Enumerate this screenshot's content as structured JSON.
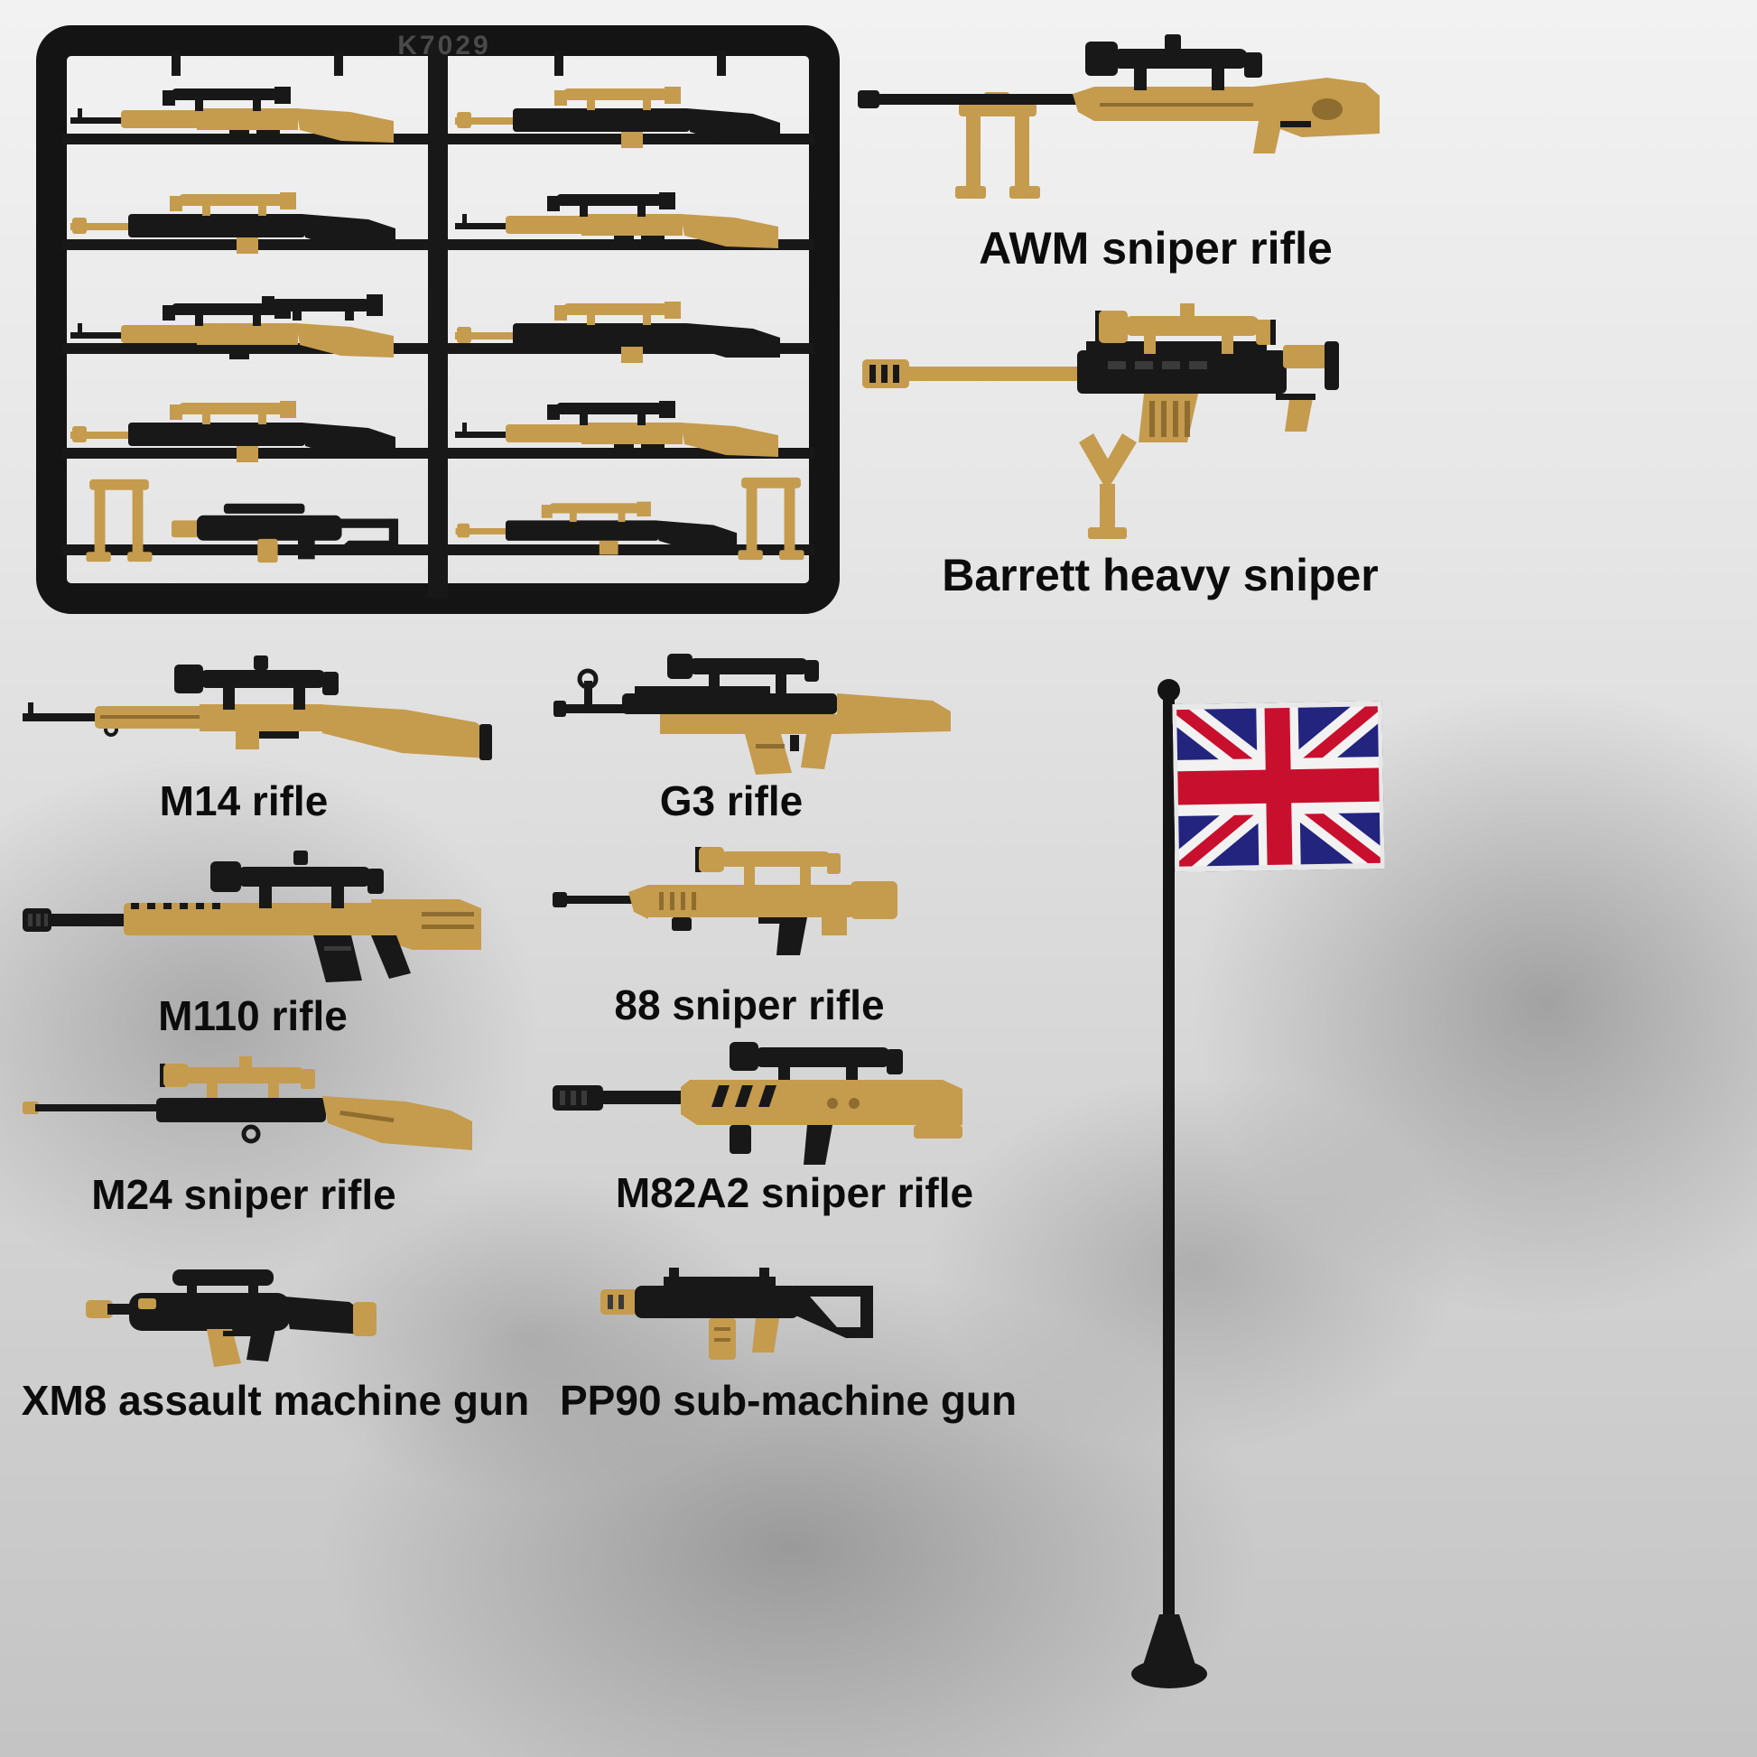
{
  "sprue": {
    "code": "K7029"
  },
  "weapons": [
    {
      "id": "awm-sniper-rifle",
      "label": "AWM sniper rifle"
    },
    {
      "id": "barrett-heavy-sniper",
      "label": "Barrett heavy sniper"
    },
    {
      "id": "m14-rifle",
      "label": "M14 rifle"
    },
    {
      "id": "g3-rifle",
      "label": "G3 rifle"
    },
    {
      "id": "m110-rifle",
      "label": "M110 rifle"
    },
    {
      "id": "88-sniper-rifle",
      "label": "88 sniper rifle"
    },
    {
      "id": "m24-sniper-rifle",
      "label": "M24 sniper rifle"
    },
    {
      "id": "m82a2-sniper-rifle",
      "label": "M82A2 sniper rifle"
    },
    {
      "id": "xm8-assault-machine-gun",
      "label": "XM8 assault machine gun"
    },
    {
      "id": "pp90-sub-machine-gun",
      "label": "PP90 sub-machine gun"
    }
  ],
  "flag": {
    "country": "United Kingdom"
  },
  "palette": {
    "toy_tan": "#c59b4d",
    "toy_black": "#181818",
    "flag_blue": "#23247e",
    "flag_red": "#c8102e",
    "flag_white": "#f2f2f2",
    "label_color": "#0c0c0c"
  }
}
